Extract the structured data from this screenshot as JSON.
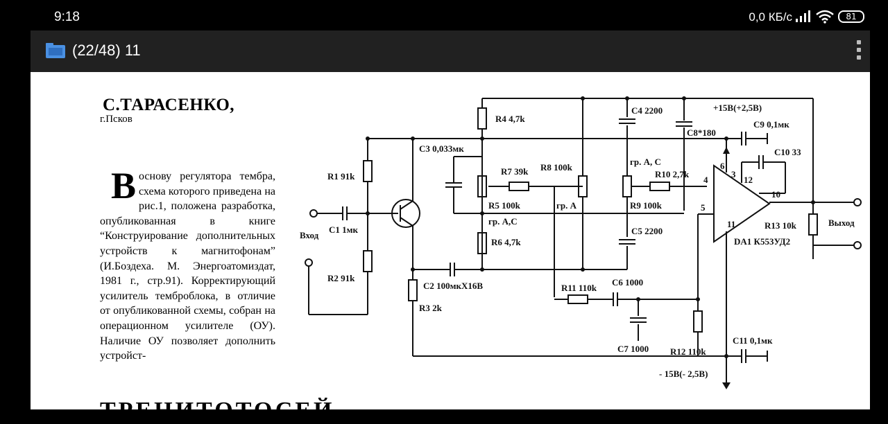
{
  "status_bar": {
    "time": "9:18",
    "network_speed": "0,0 КБ/с",
    "battery": "81"
  },
  "app_bar": {
    "title": "(22/48) 11",
    "icons": [
      "folder-icon",
      "more-vert-icon"
    ]
  },
  "article": {
    "author": "С.ТАРАСЕНКО,",
    "city": "г.Псков",
    "dropcap": "В",
    "body": "основу регулятора тембра, схема которого приведена на рис.1, положена разработка, опубликованная в книге “Конструирование дополнительных устройств к магнитофонам” (И.Боздеха. М. Энергоатомиздат, 1981 г., стр.91). Корректирующий усилитель темброблока, в отличие от опубликованной схемы, собран на операционном усилителе (ОУ). Наличие ОУ позволяет дополнить устройст-",
    "next_title_partial": "ТРЕНИТОТОСЕЙ"
  },
  "schematic": {
    "labels": {
      "r1": "R1 91k",
      "r2": "R2 91k",
      "r3": "R3 2k",
      "r4": "R4 4,7k",
      "r5": "R5 100k",
      "r6": "R6 4,7k",
      "r7": "R7 39k",
      "r8": "R8 100k",
      "r9": "R9 100k",
      "r10": "R10 2,7k",
      "r11": "R11 110k",
      "r12": "R12 110k",
      "r13": "R13 10k",
      "c1": "C1 1мк",
      "c2": "C2 100мкX16B",
      "c3": "C3 0,033мк",
      "c4": "C4 2200",
      "c5": "C5 2200",
      "c6": "C6 1000",
      "c7": "C7 1000",
      "c8": "C8*180",
      "c9": "C9 0,1мк",
      "c10": "C10 33",
      "c11": "C11 0,1мк",
      "grac1": "гр. А,С",
      "gra": "гр. А",
      "grac2": "гр. А, С",
      "plus15": "+15В(+2,5В)",
      "minus15": "- 15В(- 2,5В)",
      "vhod": "Вход",
      "vyhod": "Выход",
      "da1": "DA1 К553УД2",
      "pin6": "6",
      "pin3": "3",
      "pin4": "4",
      "pin12": "12",
      "pin5": "5",
      "pin11": "11",
      "pin10": "10"
    }
  }
}
